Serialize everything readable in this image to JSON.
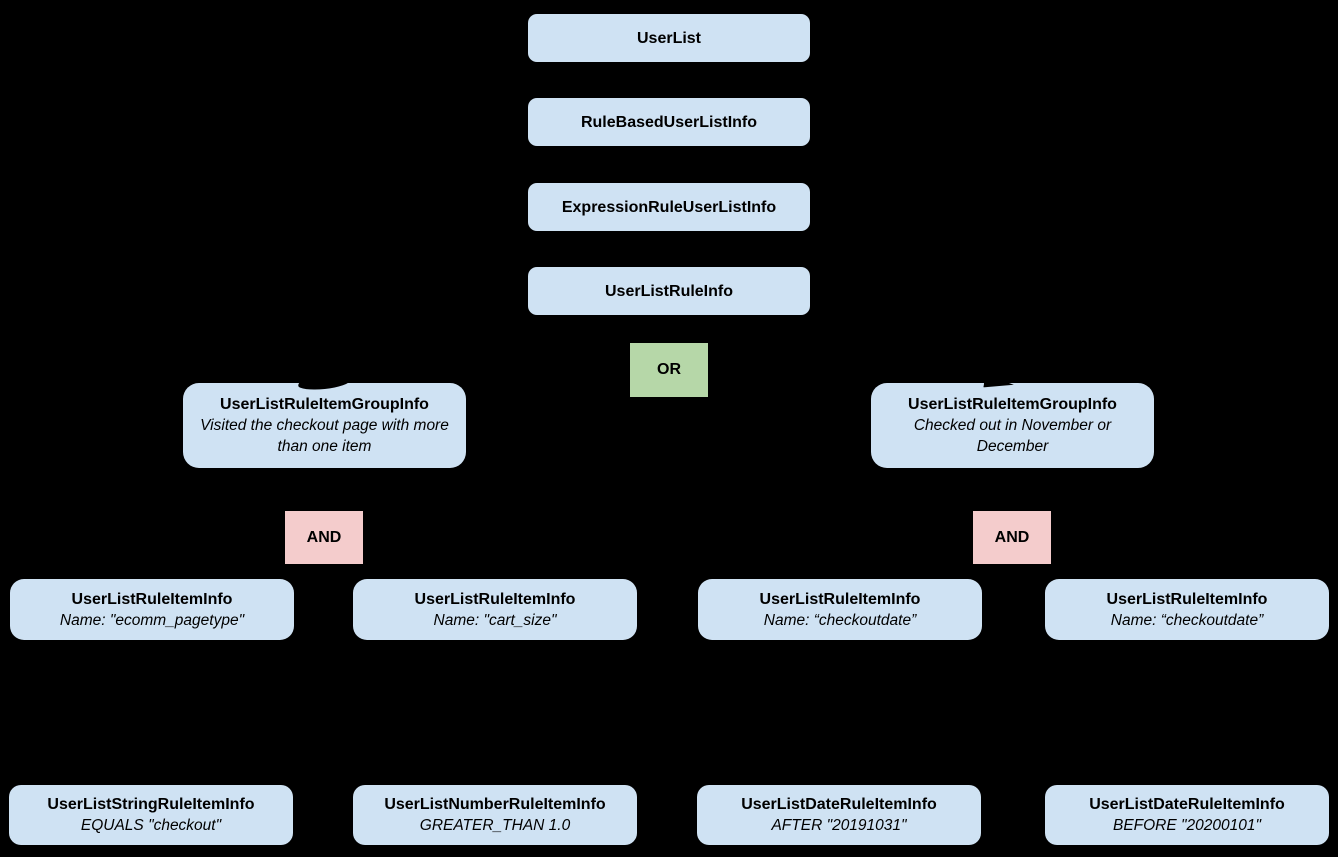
{
  "colors": {
    "background": "#000000",
    "node_fill": "#cfe2f3",
    "or_fill": "#b6d7a8",
    "and_fill": "#f4cccc",
    "text": "#000000"
  },
  "chain": [
    {
      "label": "UserList"
    },
    {
      "label": "RuleBasedUserListInfo"
    },
    {
      "label": "ExpressionRuleUserListInfo"
    },
    {
      "label": "UserListRuleInfo"
    }
  ],
  "operators": {
    "or_label": "OR",
    "and_label": "AND"
  },
  "groups": [
    {
      "title": "UserListRuleItemGroupInfo",
      "subtitle": "Visited the checkout page with more than one item"
    },
    {
      "title": "UserListRuleItemGroupInfo",
      "subtitle": "Checked out in November or December"
    }
  ],
  "rule_items": [
    {
      "title": "UserListRuleItemInfo",
      "subtitle": "Name: \"ecomm_pagetype\""
    },
    {
      "title": "UserListRuleItemInfo",
      "subtitle": "Name: \"cart_size\""
    },
    {
      "title": "UserListRuleItemInfo",
      "subtitle": "Name: “checkoutdate”"
    },
    {
      "title": "UserListRuleItemInfo",
      "subtitle": "Name: “checkoutdate”"
    }
  ],
  "operands": [
    {
      "title": "UserListStringRuleItemInfo",
      "subtitle": "EQUALS \"checkout\""
    },
    {
      "title": "UserListNumberRuleItemInfo",
      "subtitle": "GREATER_THAN 1.0"
    },
    {
      "title": "UserListDateRuleItemInfo",
      "subtitle": "AFTER \"20191031\""
    },
    {
      "title": "UserListDateRuleItemInfo",
      "subtitle": "BEFORE \"20200101\""
    }
  ]
}
